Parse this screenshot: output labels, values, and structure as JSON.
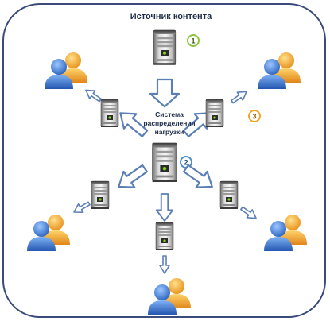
{
  "title": "Источник контента",
  "load_balancer_label": [
    "Система",
    "распределения",
    "нагрузки"
  ],
  "badges": [
    "1",
    "2",
    "3"
  ],
  "colors": {
    "border": "#3a4a7a",
    "arrow_stroke": "#5b7fb5",
    "badge1_ring": "#8cc63f",
    "badge2_ring": "#4a90c8",
    "badge3_ring": "#f0a830",
    "user_blue": "#3d7fd8",
    "user_orange": "#f5a623"
  },
  "icons": [
    "server-icon",
    "users-icon",
    "arrow-icon"
  ]
}
